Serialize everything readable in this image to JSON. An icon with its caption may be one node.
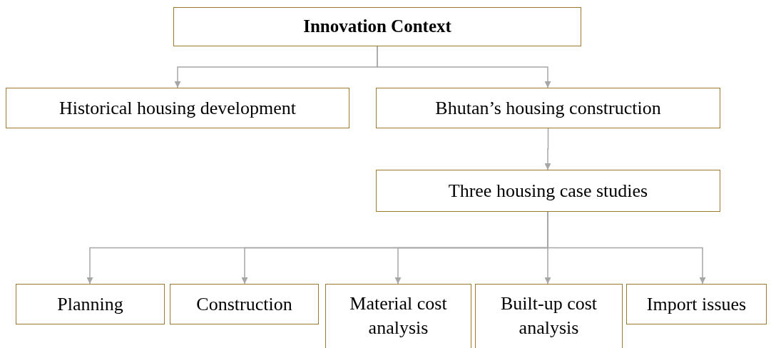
{
  "diagram": {
    "nodes": [
      {
        "text": [
          "Innovation Context"
        ]
      },
      {
        "text": [
          "Historical housing development"
        ]
      },
      {
        "text": [
          "Bhutan’s housing construction"
        ]
      },
      {
        "text": [
          "Three housing case studies"
        ]
      },
      {
        "text": [
          "Planning"
        ]
      },
      {
        "text": [
          "Construction"
        ]
      },
      {
        "text": [
          "Material cost analysis"
        ]
      },
      {
        "text": [
          "Built-up cost analysis"
        ]
      },
      {
        "text": [
          "Import issues"
        ]
      }
    ],
    "edges": [
      {
        "from": 0,
        "to": 1,
        "arrow": "to"
      },
      {
        "from": 0,
        "to": 2,
        "arrow": "to"
      },
      {
        "from": 2,
        "to": 3,
        "arrow": "to"
      },
      {
        "from": 3,
        "to": 4,
        "arrow": "to"
      },
      {
        "from": 3,
        "to": 5,
        "arrow": "to"
      },
      {
        "from": 3,
        "to": 6,
        "arrow": "to"
      },
      {
        "from": 3,
        "to": 7,
        "arrow": "to"
      },
      {
        "from": 3,
        "to": 8,
        "arrow": "to"
      }
    ]
  }
}
